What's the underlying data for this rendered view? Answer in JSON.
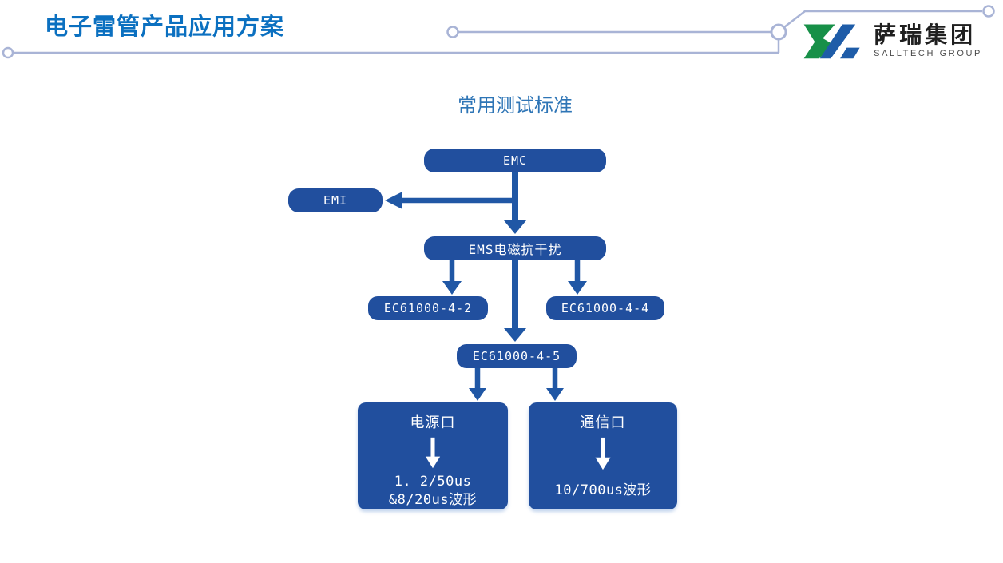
{
  "slide": {
    "title": "电子雷管产品应用方案"
  },
  "logo": {
    "company_cn": "萨瑞集团",
    "company_en": "SALLTECH GROUP"
  },
  "diagram": {
    "title": "常用测试标准",
    "nodes": {
      "emc": {
        "label": "EMC"
      },
      "emi": {
        "label": "EMI"
      },
      "ems": {
        "label": "EMS电磁抗干扰"
      },
      "ec61000_4_2": {
        "label": "EC61000-4-2"
      },
      "ec61000_4_4": {
        "label": "EC61000-4-4"
      },
      "ec61000_4_5": {
        "label": "EC61000-4-5"
      },
      "power_port": {
        "label": "电源口",
        "detail_line1": "1. 2/50us",
        "detail_line2": "&8/20us波形"
      },
      "comm_port": {
        "label": "通信口",
        "detail_line1": "10/700us波形"
      }
    }
  },
  "colors": {
    "title-blue": "#0b70c0",
    "diagram-title-blue": "#2e75b6",
    "node-blue": "#214f9e",
    "arrow-blue": "#2057a5",
    "deco-line": "#a9b4d6",
    "logo-green": "#179048",
    "logo-blue": "#1e5ca8",
    "logo-text": "#1f1f1f",
    "logo-subtext": "#4a4a4a"
  }
}
